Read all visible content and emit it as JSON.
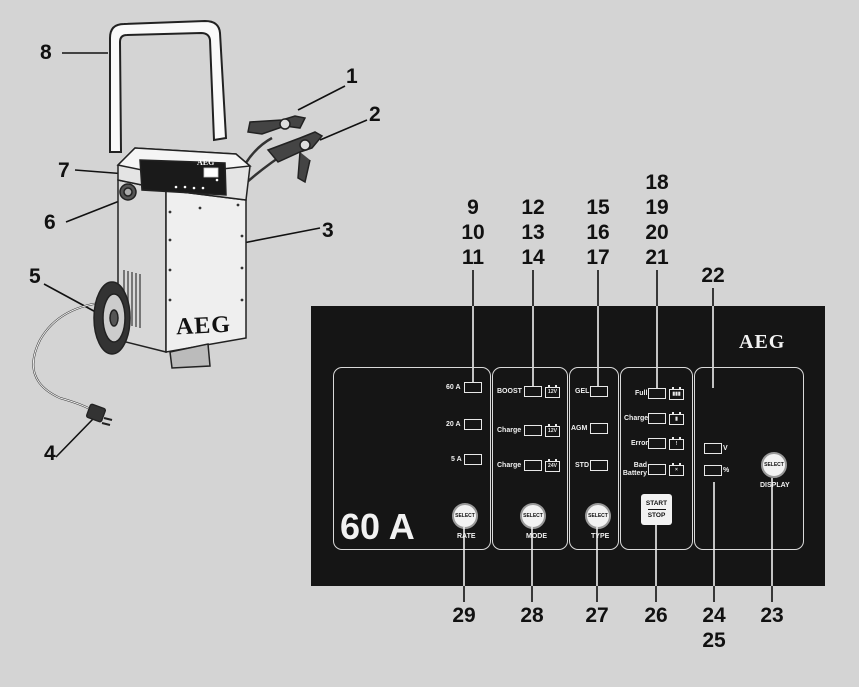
{
  "callouts": {
    "n1": "1",
    "n2": "2",
    "n3": "3",
    "n4": "4",
    "n5": "5",
    "n6": "6",
    "n7": "7",
    "n8": "8",
    "n9_11": [
      "9",
      "10",
      "11"
    ],
    "n12_14": [
      "12",
      "13",
      "14"
    ],
    "n15_17": [
      "15",
      "16",
      "17"
    ],
    "n18_21": [
      "18",
      "19",
      "20",
      "21"
    ],
    "n22": "22",
    "n23": "23",
    "n24": "24",
    "n25": "25",
    "n26": "26",
    "n27": "27",
    "n28": "28",
    "n29": "29"
  },
  "device": {
    "brand": "AEG",
    "panel_brand": "AEG"
  },
  "panel": {
    "rate": {
      "labels": [
        "60 A",
        "20 A",
        "5 A"
      ],
      "button": "SELECT",
      "caption": "RATE"
    },
    "mode": {
      "labels": [
        "BOOST",
        "Charge",
        "Charge"
      ],
      "battery_labels": [
        "12V",
        "12V",
        "24V"
      ],
      "button": "SELECT",
      "caption": "MODE"
    },
    "type": {
      "labels": [
        "GEL",
        "AGM",
        "STD"
      ],
      "button": "SELECT",
      "caption": "TYPE"
    },
    "status": {
      "labels": [
        "Full",
        "Charge",
        "Error",
        "Bad Battery"
      ]
    },
    "start_stop": {
      "top": "START",
      "bottom": "STOP"
    },
    "display": {
      "units": [
        "V",
        "%"
      ],
      "button": "SELECT",
      "caption": "DISPLAY"
    },
    "model": "60 A"
  },
  "colors": {
    "background": "#d4d4d4",
    "panel": "#151515",
    "line": "#111111",
    "panel_text": "#f0f0f0"
  }
}
